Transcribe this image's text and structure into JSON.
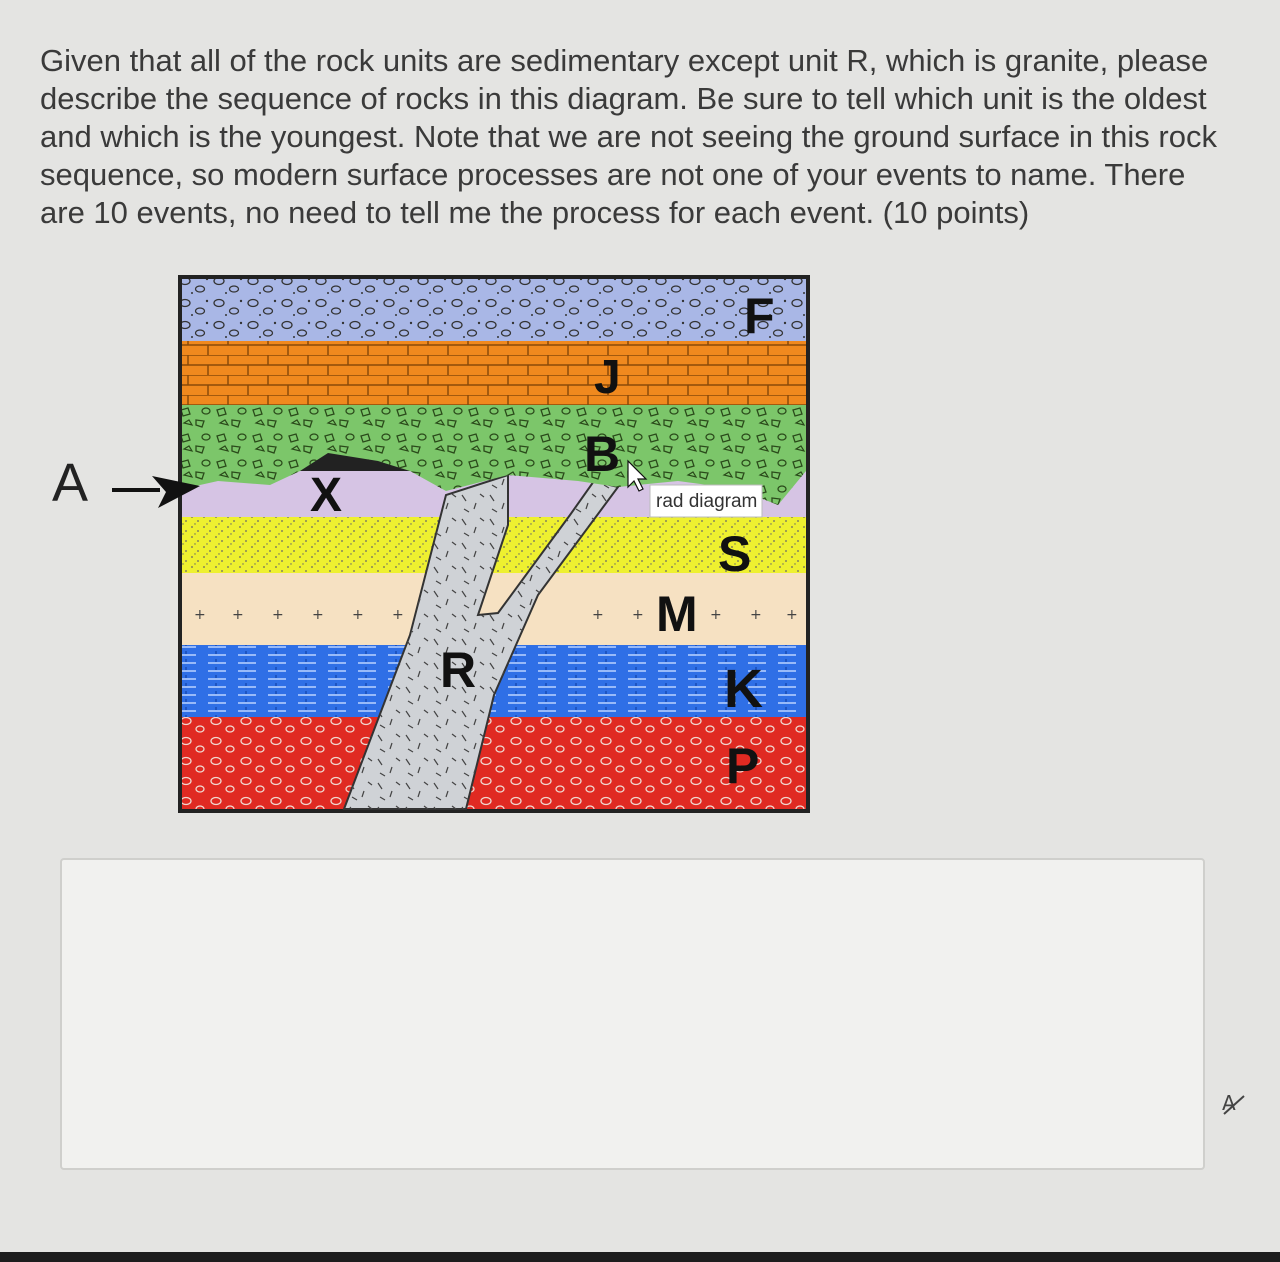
{
  "question": {
    "text": "Given that all of the rock units are sedimentary except unit R, which is granite, please describe the sequence of rocks in this diagram. Be sure to tell which unit is the oldest and which is the youngest. Note that we are not seeing the ground surface in this rock sequence, so modern surface processes are not one of your events to name. There are 10 events, no need to tell me the process for each event. (10 points)"
  },
  "diagram": {
    "alt_tooltip": "rad diagram",
    "labels": {
      "a": "A",
      "x": "X",
      "f": "F",
      "j": "J",
      "b": "B",
      "s": "S",
      "m": "M",
      "k": "K",
      "p": "P",
      "r": "R"
    },
    "colors": {
      "unit_f": "#a9b7e6",
      "unit_j": "#f0891e",
      "unit_b": "#7cc66a",
      "unit_lavender": "#d6c4e4",
      "unit_s": "#eef030",
      "unit_m": "#f6e1c2",
      "unit_k": "#2f6fe6",
      "unit_p": "#e02a22",
      "granite_r": "#cfd2d6"
    }
  },
  "answer": {
    "value": ""
  },
  "editor": {
    "resize_icon": "resize-icon"
  }
}
